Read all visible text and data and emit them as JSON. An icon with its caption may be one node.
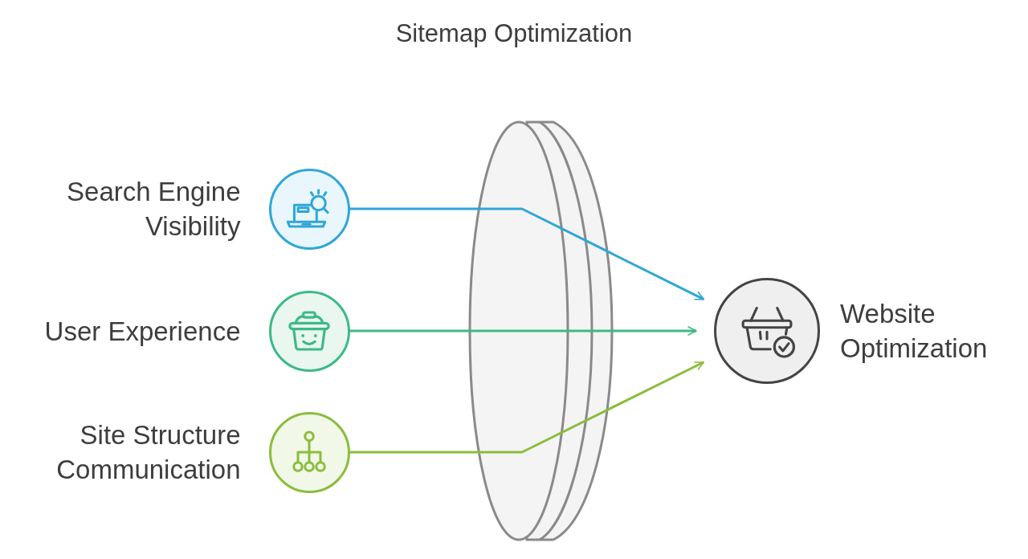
{
  "diagram": {
    "title": "Sitemap Optimization",
    "nodes": [
      {
        "text": [
          "Search Engine Visibility"
        ]
      },
      {
        "text": [
          "User Experience"
        ]
      },
      {
        "text": [
          "Site Structure Communication"
        ]
      },
      {
        "text": [
          "Website Optimization"
        ]
      }
    ],
    "edges": [
      {
        "from": 0,
        "to": 3,
        "arrow": "to",
        "color": "#2ea7d7"
      },
      {
        "from": 1,
        "to": 3,
        "arrow": "to",
        "color": "#3cba86"
      },
      {
        "from": 2,
        "to": 3,
        "arrow": "to",
        "color": "#8abd3c"
      }
    ]
  }
}
